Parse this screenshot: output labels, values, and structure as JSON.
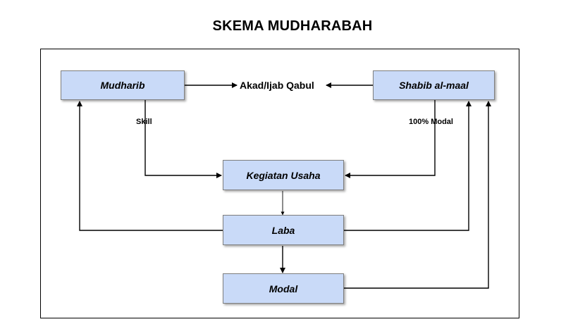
{
  "diagram": {
    "title": "SKEMA MUDHARABAH",
    "nodes": {
      "mudharib": "Mudharib",
      "shahib": "Shabib al-maal",
      "kegiatan": "Kegiatan Usaha",
      "laba": "Laba",
      "modal": "Modal"
    },
    "labels": {
      "akad": "Akad/Ijab Qabul",
      "skill": "Skill",
      "modal_100": "100% Modal"
    },
    "colors": {
      "box_fill": "#c9daf8",
      "box_border": "#7f7f7f",
      "line": "#000000"
    }
  }
}
